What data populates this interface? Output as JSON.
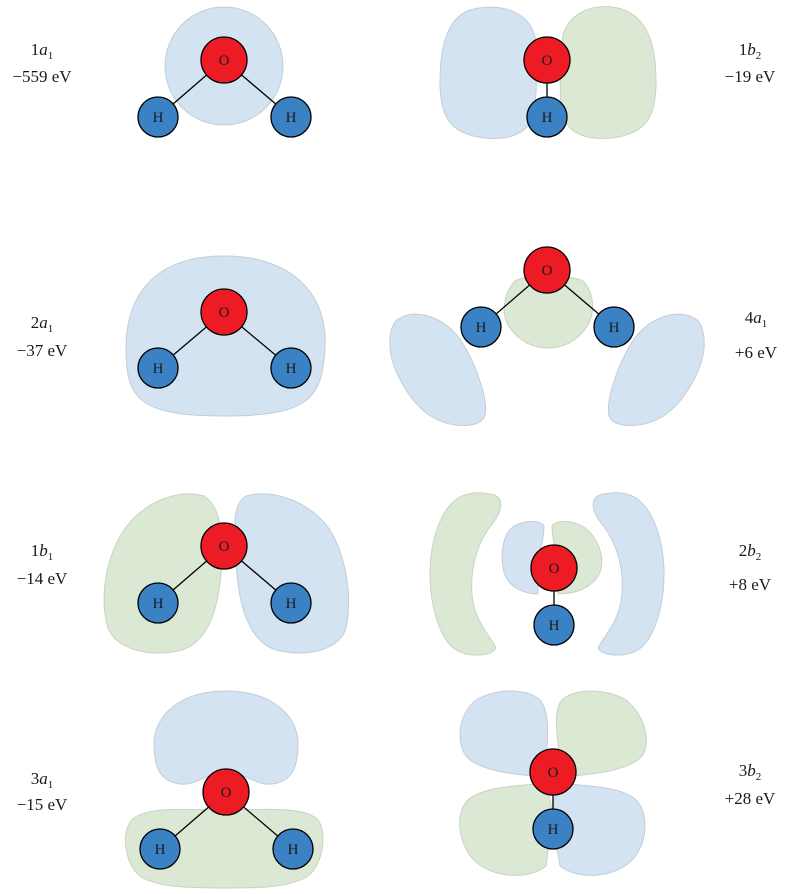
{
  "atoms": {
    "oxygen": "O",
    "hydrogen": "H"
  },
  "colors": {
    "positive_lobe": "#d3e3f1",
    "negative_lobe": "#dbe9d4",
    "oxygen_atom": "#ed1c24",
    "hydrogen_atom": "#3b82c4"
  },
  "orbitals": [
    {
      "id": "1a1",
      "label_main": "1",
      "label_italic": "a",
      "label_sub": "1",
      "energy": "−559 eV"
    },
    {
      "id": "1b2",
      "label_main": "1",
      "label_italic": "b",
      "label_sub": "2",
      "energy": "−19 eV"
    },
    {
      "id": "2a1",
      "label_main": "2",
      "label_italic": "a",
      "label_sub": "1",
      "energy": "−37 eV"
    },
    {
      "id": "4a1",
      "label_main": "4",
      "label_italic": "a",
      "label_sub": "1",
      "energy": "+6 eV"
    },
    {
      "id": "1b1",
      "label_main": "1",
      "label_italic": "b",
      "label_sub": "1",
      "energy": "−14 eV"
    },
    {
      "id": "2b2",
      "label_main": "2",
      "label_italic": "b",
      "label_sub": "2",
      "energy": "+8 eV"
    },
    {
      "id": "3a1",
      "label_main": "3",
      "label_italic": "a",
      "label_sub": "1",
      "energy": "−15 eV"
    },
    {
      "id": "3b2",
      "label_main": "3",
      "label_italic": "b",
      "label_sub": "2",
      "energy": "+28 eV"
    }
  ]
}
